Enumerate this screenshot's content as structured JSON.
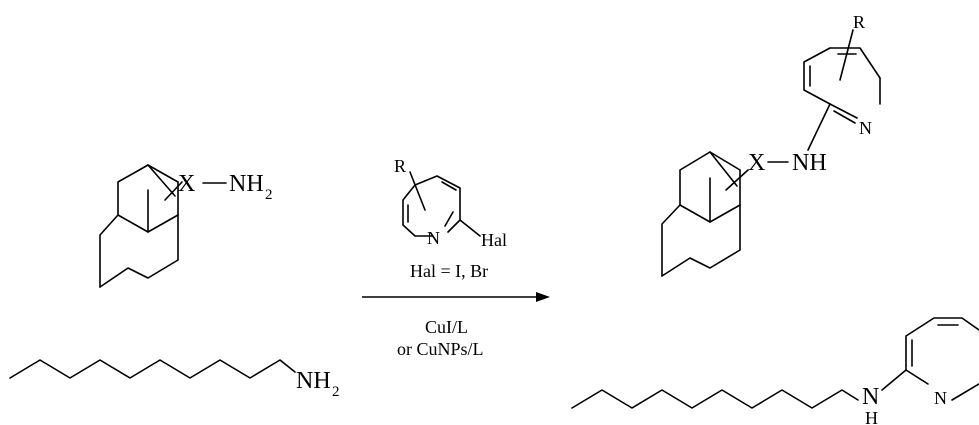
{
  "adamantyl_amine": {
    "x_label": "X",
    "nh2_label": "NH",
    "nh2_sub": "2"
  },
  "octyl_amine": {
    "nh2_label": "NH",
    "nh2_sub": "2"
  },
  "reagent": {
    "r_label": "R",
    "n_label": "N",
    "hal_label": "Hal",
    "hal_condition": "Hal = I, Br"
  },
  "conditions": {
    "line1": "CuI/L",
    "line2": "or CuNPs/L"
  },
  "product_adamantyl": {
    "r_label": "R",
    "n_label": "N",
    "x_label": "X",
    "nh_label": "NH"
  },
  "product_octyl": {
    "n_label": "N",
    "h_label": "H",
    "ring_n_label": "N"
  }
}
